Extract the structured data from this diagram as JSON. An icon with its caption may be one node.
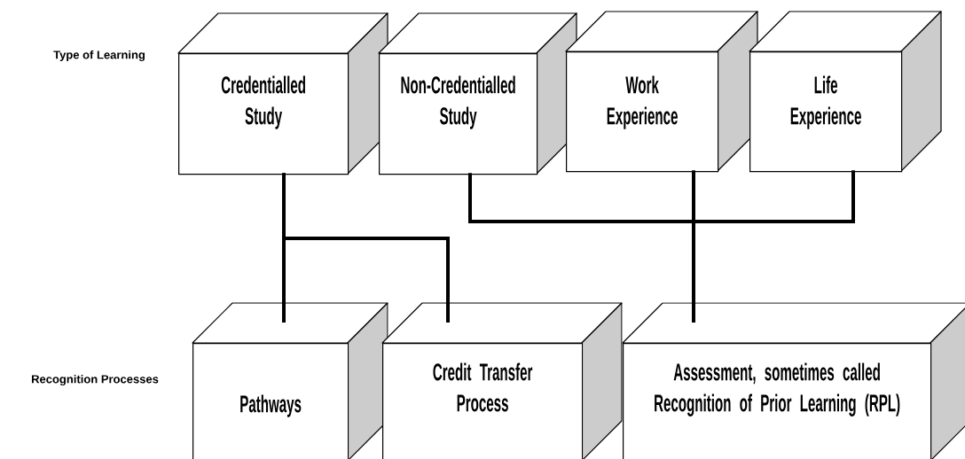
{
  "diagram": {
    "nodes": [
      {
        "text": [
          "Credentialled Study"
        ]
      },
      {
        "text": [
          "Non-Credentialled Study"
        ]
      },
      {
        "text": [
          "Work Experience"
        ]
      },
      {
        "text": [
          "Life Experience"
        ]
      },
      {
        "text": [
          "Pathways"
        ]
      },
      {
        "text": [
          "Credit Transfer Process"
        ]
      },
      {
        "text": [
          "Assessment, sometimes called Recognition of Prior Learning (RPL)"
        ]
      }
    ],
    "edges": [
      {
        "from": 0,
        "to": 4,
        "arrow": "none"
      },
      {
        "from": 0,
        "to": 5,
        "arrow": "none"
      },
      {
        "from": 1,
        "to": 6,
        "arrow": "none"
      },
      {
        "from": 2,
        "to": 6,
        "arrow": "none"
      },
      {
        "from": 3,
        "to": 6,
        "arrow": "none"
      }
    ],
    "labels": [
      "Type of Learning",
      "Recognition Processes"
    ]
  }
}
